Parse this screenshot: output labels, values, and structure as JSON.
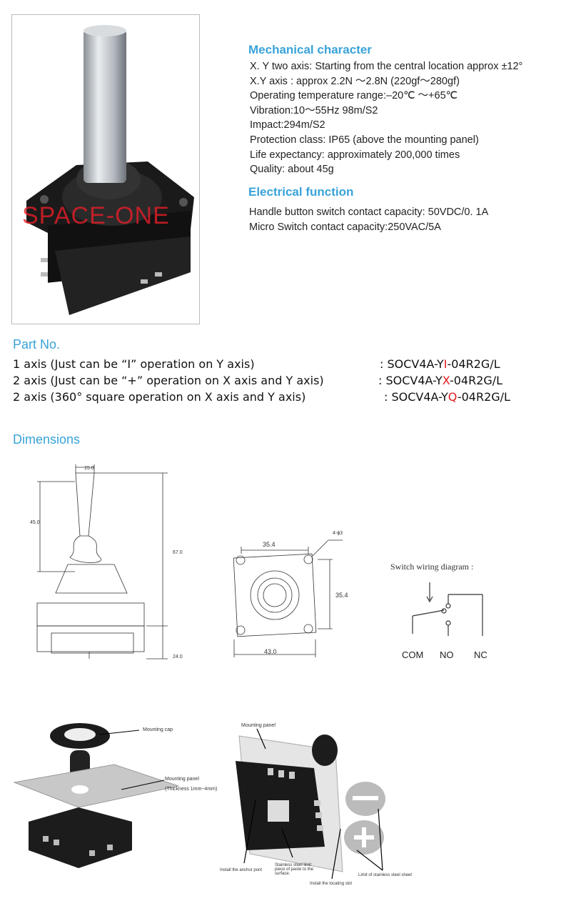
{
  "watermark": "SPACE-ONE",
  "mechanical": {
    "title": "Mechanical character",
    "lines": [
      "X. Y two axis: Starting from the central location approx ±12°",
      "X.Y axis : approx 2.2N ～2.8N (220gf～280gf)",
      "Operating temperature range:–20℃ ～+65℃",
      "Vibration:10～55Hz 98m/S2",
      "Impact:294m/S2",
      "Protection class: IP65 (above the mounting panel)",
      "Life expectancy: approximately 200,000 times",
      "Quality: about 45g"
    ]
  },
  "electrical": {
    "title": "Electrical function",
    "lines": [
      "Handle button switch contact capacity: 50VDC/0. 1A",
      "Micro Switch contact capacity:250VAC/5A"
    ]
  },
  "part_no": {
    "title": "Part No.",
    "rows": [
      {
        "desc": "1 axis (Just can be “I” operation on Y axis)",
        "sep": ":",
        "prefix": "SOCV4A-Y",
        "code": "I",
        "suffix": "-04R2G/L"
      },
      {
        "desc": "2 axis (Just can be “+” operation on X axis and Y axis)",
        "sep": ":",
        "prefix": "SOCV4A-Y",
        "code": "X",
        "suffix": "-04R2G/L"
      },
      {
        "desc": "2 axis (360° square operation on X axis and Y axis)",
        "sep": ":",
        "prefix": "SOCV4A-Y",
        "code": "Q",
        "suffix": "-04R2G/L"
      }
    ]
  },
  "dimensions": {
    "title": "Dimensions",
    "side": {
      "width_top": "15.0",
      "handle": "45.0",
      "total": "67.0",
      "base": "24.0"
    },
    "top": {
      "width": "35.4",
      "height": "35.4",
      "bottom": "43.0",
      "holes": "4-ϕ3"
    },
    "wiring": {
      "title": "Switch wiring diagram :",
      "com": "COM",
      "no": "NO",
      "nc": "NC"
    }
  },
  "assembly": {
    "mounting_cap": "Mounting cap",
    "mounting_panel": "Mounting panel",
    "thickness": "(Thickness 1mm~4mm)",
    "mounting_panel2": "Mounting panel",
    "anchor": "Install the anchor pont",
    "stainless": "Stainless steel limit piece of paste to the surface.",
    "slot": "Install the locating slot",
    "limit": "Limit of stainless steel sheet"
  }
}
